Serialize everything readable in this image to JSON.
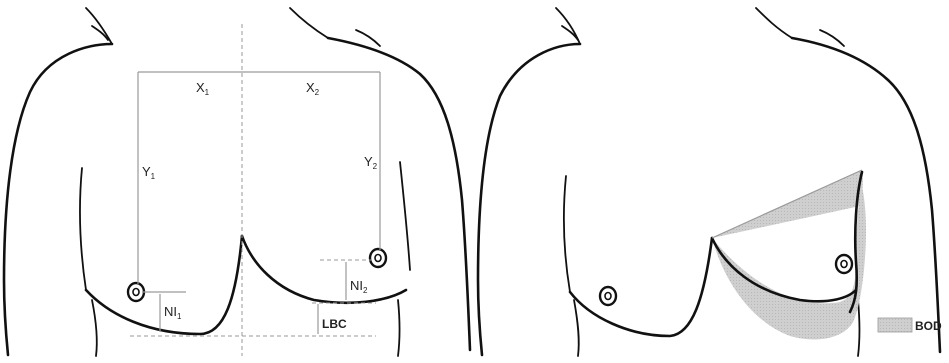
{
  "left_panel": {
    "labels": {
      "x1": {
        "main": "X",
        "sub": "1"
      },
      "x2": {
        "main": "X",
        "sub": "2"
      },
      "y1": {
        "main": "Y",
        "sub": "1"
      },
      "y2": {
        "main": "Y",
        "sub": "2"
      },
      "ni1": {
        "main": "NI",
        "sub": "1"
      },
      "ni2": {
        "main": "NI",
        "sub": "2"
      },
      "lbc": "LBC"
    }
  },
  "right_panel": {
    "legend": {
      "label": "BOD",
      "swatch_color": "#c8c8c8"
    }
  },
  "colors": {
    "outline": "#111111",
    "measure": "#9a9a9a",
    "shade": "#c8c8c8"
  }
}
